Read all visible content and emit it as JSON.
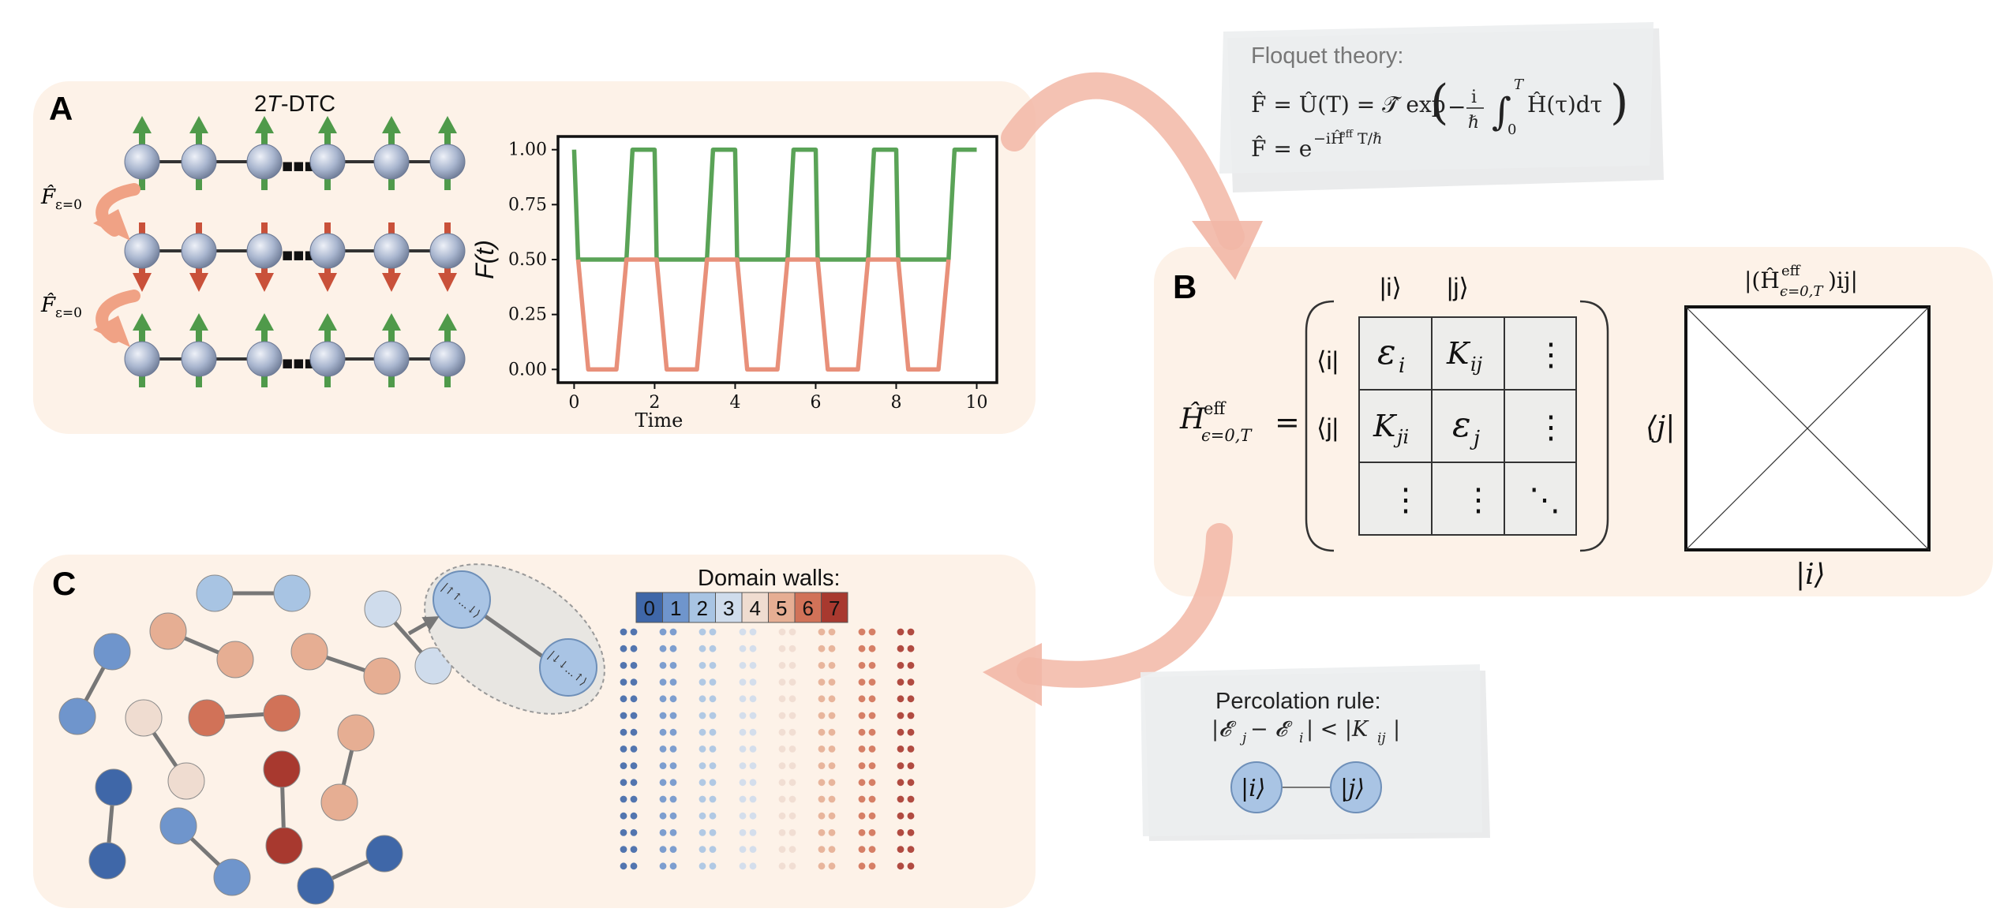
{
  "panelA": {
    "letter": "A",
    "dtc_label": "2T-DTC",
    "dtc_prefix": "2",
    "dtc_italic": "T",
    "dtc_suffix": "-DTC",
    "floquet_op_label": "F̂",
    "floquet_op_sub": "ε=0",
    "dots": "■■■"
  },
  "chart_data": {
    "type": "line",
    "xlabel": "Time",
    "ylabel": "F(t)",
    "xlim": [
      -0.4,
      10.5
    ],
    "ylim": [
      -0.06,
      1.06
    ],
    "xticks": [
      0,
      2,
      4,
      6,
      8,
      10
    ],
    "yticks": [
      0.0,
      0.25,
      0.5,
      0.75,
      1.0
    ],
    "xtick_labels": [
      "0",
      "2",
      "4",
      "6",
      "8",
      "10"
    ],
    "ytick_labels": [
      "0.00",
      "0.25",
      "0.50",
      "0.75",
      "1.00"
    ],
    "grid": false,
    "series": [
      {
        "color": "#5aa357",
        "x": [
          0.0,
          0.1,
          1.3,
          1.45,
          2.0,
          2.05,
          3.3,
          3.45,
          4.0,
          4.05,
          5.3,
          5.45,
          6.0,
          6.05,
          7.3,
          7.45,
          8.0,
          8.05,
          9.3,
          9.45,
          10.0
        ],
        "y": [
          1.0,
          0.5,
          0.5,
          1.0,
          1.0,
          0.5,
          0.5,
          1.0,
          1.0,
          0.5,
          0.5,
          1.0,
          1.0,
          0.5,
          0.5,
          1.0,
          1.0,
          0.5,
          0.5,
          1.0,
          1.0
        ]
      },
      {
        "color": "#e8907a",
        "x": [
          0.1,
          0.35,
          1.05,
          1.3,
          2.05,
          2.3,
          3.05,
          3.3,
          4.05,
          4.3,
          5.05,
          5.3,
          6.05,
          6.3,
          7.05,
          7.3,
          8.05,
          8.3,
          9.05,
          9.3
        ],
        "y": [
          0.5,
          0.0,
          0.0,
          0.5,
          0.5,
          0.0,
          0.0,
          0.5,
          0.5,
          0.0,
          0.0,
          0.5,
          0.5,
          0.0,
          0.0,
          0.5,
          0.5,
          0.0,
          0.0,
          0.5
        ]
      }
    ]
  },
  "floquet": {
    "title": "Floquet theory:",
    "line1": "F̂ = Û(T) = 𝒯̂ exp(−(i/ℏ)∫₀ᵀ Ĥ(τ)dτ)",
    "line2": "F̂ = e^{−iĤ^eff T/ℏ}",
    "eq1_a": "F̂ = Û(T) = 𝒯̂ exp",
    "eq1_frac_num": "i",
    "eq1_frac_den": "ℏ",
    "eq1_int_upper": "T",
    "eq1_int_lower": "0",
    "eq1_tail": "Ĥ(τ)dτ",
    "eq2_a": "F̂ = e",
    "eq2_exp": "−iĤ",
    "eq2_exp_sup": "eff",
    "eq2_exp_tail": "T/ℏ"
  },
  "panelB": {
    "letter": "B",
    "ket_i": "|i⟩",
    "ket_j": "|j⟩",
    "bra_i": "⟨i|",
    "bra_j": "⟨j|",
    "lhs_H": "Ĥ",
    "lhs_sup": "eff",
    "lhs_sub": "ϵ=0,T",
    "lhs_eq": "=",
    "cells": [
      [
        "ε",
        "i",
        "K",
        "ij",
        "⋮"
      ],
      [
        "K",
        "ji",
        "ε",
        "j",
        "⋮"
      ]
    ],
    "e_i": "ε",
    "e_i_sub": "i",
    "k_ij": "K",
    "k_ij_sub": "ij",
    "k_ji": "K",
    "k_ji_sub": "ji",
    "e_j": "ε",
    "e_j_sub": "j",
    "vdots": "⋮",
    "ddots": "⋱",
    "heat_title": "|(Ĥ",
    "heat_title_sup": "eff",
    "heat_title_sub": "ϵ=0,T",
    "heat_title_tail": ")ij|",
    "heat_ylabel": "⟨j|",
    "heat_xlabel": "|i⟩"
  },
  "panelC": {
    "letter": "C",
    "domain_title": "Domain walls:",
    "domain_labels": [
      "0",
      "1",
      "2",
      "3",
      "4",
      "5",
      "6",
      "7"
    ],
    "domain_colors": [
      "#3f67a8",
      "#6f95cc",
      "#a8c4e3",
      "#cfdcec",
      "#efdcd0",
      "#e6ae93",
      "#d17258",
      "#a8392f"
    ],
    "ellipse_ket1": "|↑↑...↓⟩",
    "ellipse_ket2": "|↓↓...↑⟩"
  },
  "percolation": {
    "title": "Percolation rule:",
    "rule": "|𝓔j − 𝓔i| < |Kij|",
    "rule_a": "|𝓔",
    "rule_a_sub": "j",
    "rule_b": " − 𝓔",
    "rule_b_sub": "i",
    "rule_c": "| < |K",
    "rule_c_sub": "ij",
    "rule_d": "|",
    "node_i": "|i⟩",
    "node_j": "|j⟩"
  }
}
